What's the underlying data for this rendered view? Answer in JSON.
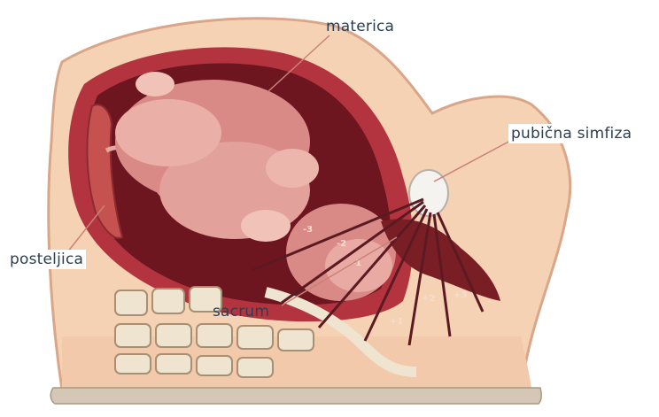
{
  "labels": {
    "uterus": "materica",
    "pubic_symphysis": "pubična simfiza",
    "placenta": "posteljica",
    "sacrum": "sacrum"
  },
  "stations": [
    "-3",
    "-2",
    "-1",
    "0",
    "+1",
    "+2",
    "+3"
  ],
  "colors": {
    "skin": "#f6d2b5",
    "uterine_wall": "#b3343f",
    "fetus": "#d98a86",
    "dark_tissue": "#7a1e26",
    "bone": "#efe4cf",
    "label_text": "#2c3e52"
  }
}
